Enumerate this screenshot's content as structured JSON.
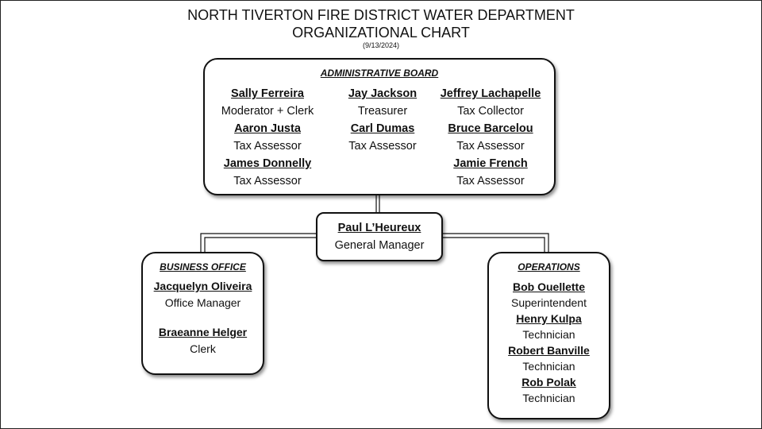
{
  "header": {
    "line1": "NORTH TIVERTON FIRE DISTRICT WATER DEPARTMENT",
    "line2": "ORGANIZATIONAL CHART",
    "date": "(9/13/2024)"
  },
  "admin_board": {
    "heading": "ADMINISTRATIVE BOARD",
    "members": [
      {
        "name": "Sally Ferreira",
        "role": "Moderator + Clerk"
      },
      {
        "name": "Jay Jackson",
        "role": "Treasurer"
      },
      {
        "name": "Jeffrey Lachapelle",
        "role": "Tax Collector"
      },
      {
        "name": "Aaron Justa",
        "role": "Tax Assessor"
      },
      {
        "name": "Carl Dumas",
        "role": "Tax Assessor"
      },
      {
        "name": "Bruce Barcelou",
        "role": "Tax Assessor"
      },
      {
        "name": "James Donnelly",
        "role": "Tax Assessor"
      },
      {
        "name": "Jamie French",
        "role": "Tax Assessor"
      }
    ]
  },
  "general_manager": {
    "name": "Paul L’Heureux",
    "role": "General Manager"
  },
  "business_office": {
    "heading": "BUSINESS OFFICE",
    "members": [
      {
        "name": "Jacquelyn Oliveira",
        "role": "Office Manager"
      },
      {
        "name": "Braeanne Helger",
        "role": "Clerk"
      }
    ]
  },
  "operations": {
    "heading": "OPERATIONS",
    "members": [
      {
        "name": "Bob Ouellette",
        "role": "Superintendent"
      },
      {
        "name": "Henry Kulpa",
        "role": "Technician"
      },
      {
        "name": "Robert Banville",
        "role": "Technician"
      },
      {
        "name": "Rob Polak",
        "role": "Technician"
      }
    ]
  }
}
